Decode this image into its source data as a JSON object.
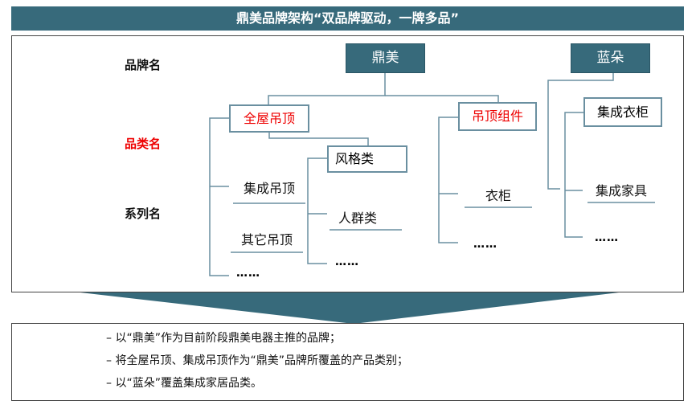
{
  "title": "鼎美品牌架构“双品牌驱动，一牌多品”",
  "levels": {
    "brand": "品牌名",
    "category": "品类名",
    "series": "系列名"
  },
  "brands": {
    "dingmei": "鼎美",
    "landuo": "蓝朵"
  },
  "categories": {
    "quanwu": "全屋吊顶",
    "zujian": "吊顶组件",
    "yigui": "集成衣柜"
  },
  "series": {
    "jicheng": "集成吊顶",
    "qita": "其它吊顶",
    "fengge": "风格类",
    "renqun": "人群类",
    "yigui": "衣柜",
    "jiaju": "集成家具"
  },
  "ellipsis": "……",
  "bullets": [
    "以“鼎美”作为目前阶段鼎美电器主推的品牌；",
    "将全屋吊顶、集成吊顶作为“鼎美”品牌所覆盖的产品类别；",
    "以“蓝朵”覆盖集成家居品类。"
  ],
  "bullet_marker": "–",
  "colors": {
    "accent": "#376a7b",
    "line": "#6a8fa0",
    "highlight": "#e00000"
  }
}
